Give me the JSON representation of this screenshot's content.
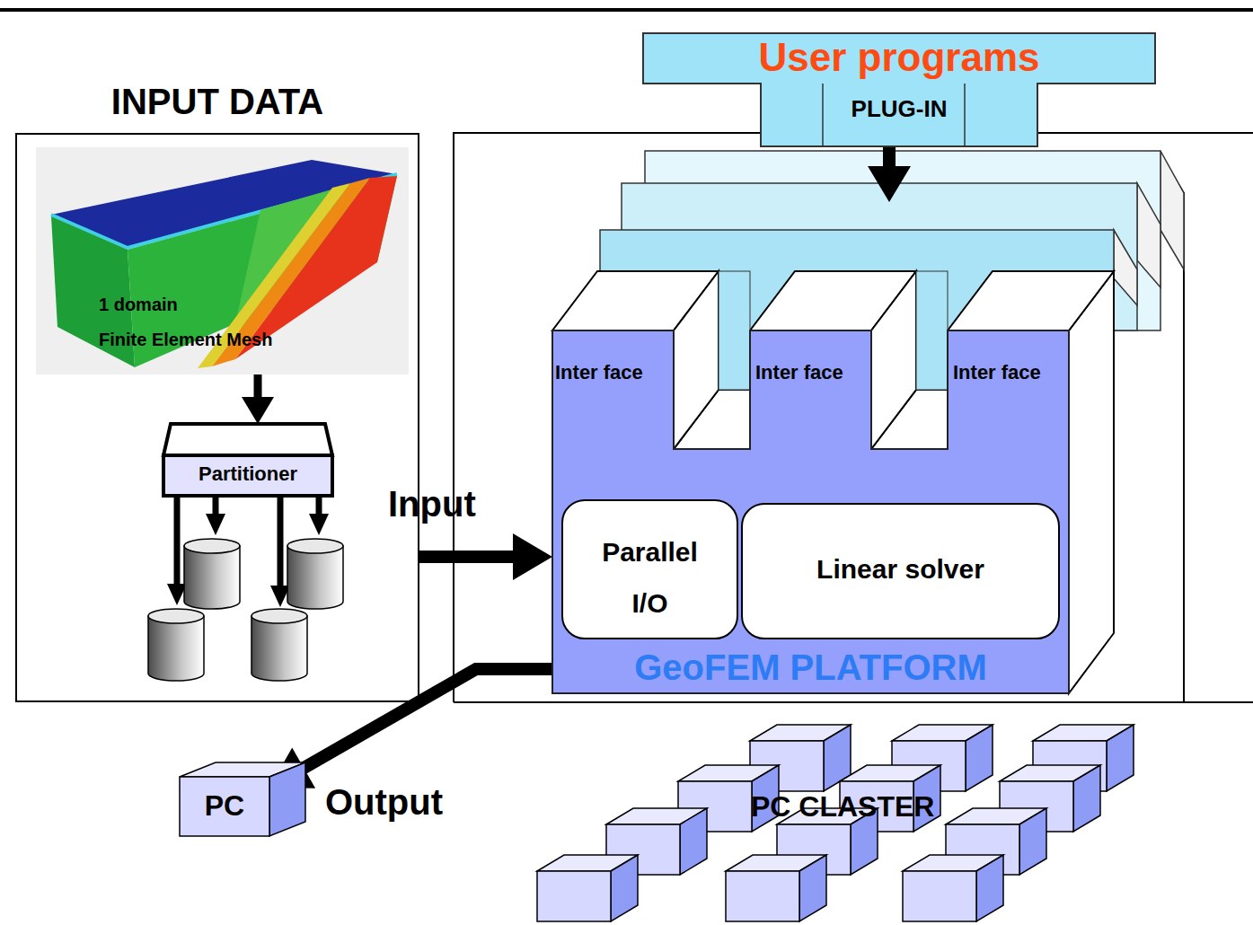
{
  "diagram": {
    "nodes": [
      {
        "text": [
          "INPUT DATA"
        ]
      },
      {
        "text": [
          "1 domain",
          "Finite Element Mesh"
        ],
        "in": 0
      },
      {
        "text": [
          "Partitioner"
        ],
        "in": 0
      },
      {
        "text": [
          "User programs",
          "PLUG-IN"
        ]
      },
      {
        "text": [
          "Inter face",
          "Inter face",
          "Inter face",
          "GeoFEM PLATFORM"
        ]
      },
      {
        "text": [
          "Parallel I/O"
        ],
        "in": 4
      },
      {
        "text": [
          "Linear solver"
        ],
        "in": 4
      },
      {
        "text": [
          "PC"
        ]
      }
    ],
    "edges": [
      {
        "from": 1,
        "to": 2,
        "arrow": "to"
      },
      {
        "from": 0,
        "to": 4,
        "arrow": "to",
        "label": "Input"
      },
      {
        "from": 3,
        "to": 4,
        "arrow": "to"
      },
      {
        "from": 4,
        "to": 7,
        "arrow": "to",
        "label": "Output"
      }
    ],
    "labels": [
      "PC CLASTER"
    ]
  }
}
